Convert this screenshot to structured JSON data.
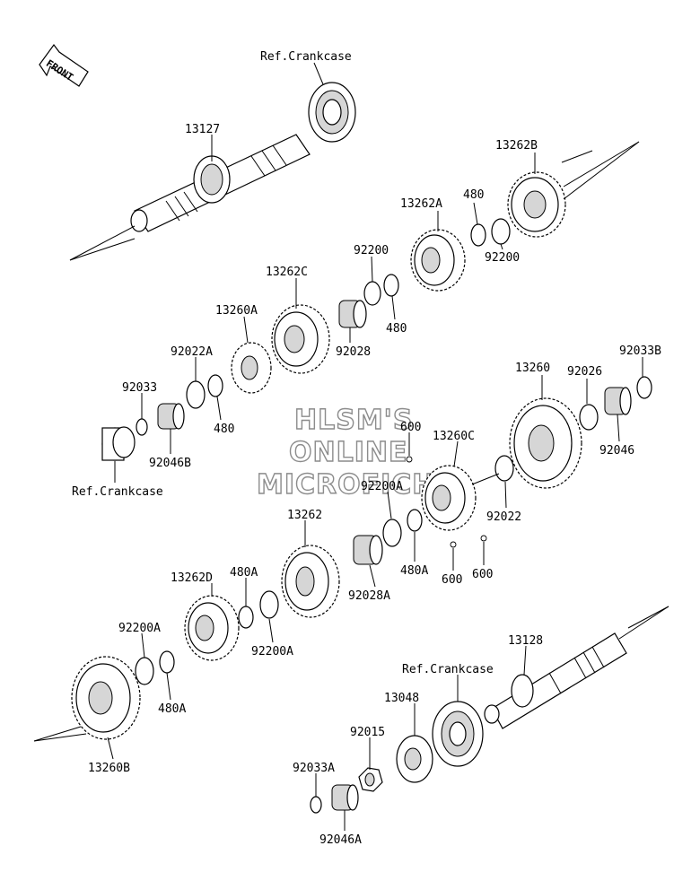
{
  "front_badge": {
    "text": "FRONT"
  },
  "watermark": {
    "lines": [
      "HLSM'S",
      "ONLINE",
      "MICROFICHE"
    ]
  },
  "labels": {
    "ref_crankcase_top": "Ref.Crankcase",
    "p13127": "13127",
    "p13262B": "13262B",
    "p480_a": "480",
    "p13262A": "13262A",
    "p92200_a": "92200",
    "p92200_b": "92200",
    "p480_b": "480",
    "p13262C": "13262C",
    "p92028": "92028",
    "p13260A": "13260A",
    "p92022A": "92022A",
    "p92033": "92033",
    "p480_c": "480",
    "p92046B": "92046B",
    "ref_crankcase_left": "Ref.Crankcase",
    "p92033B": "92033B",
    "p13260": "13260",
    "p92026": "92026",
    "p92046": "92046",
    "p600_a": "600",
    "p13260C": "13260C",
    "p92200A_a": "92200A",
    "p92022": "92022",
    "p13262": "13262",
    "p600_b": "600",
    "p600_c": "600",
    "p480A_a": "480A",
    "p92028A": "92028A",
    "p13262D": "13262D",
    "p480A_b": "480A",
    "p92200A_b": "92200A",
    "p92200A_c": "92200A",
    "p480A_c": "480A",
    "p13260B": "13260B",
    "p13128": "13128",
    "ref_crankcase_bottom": "Ref.Crankcase",
    "p13048": "13048",
    "p92015": "92015",
    "p92033A": "92033A",
    "p92046A": "92046A"
  }
}
